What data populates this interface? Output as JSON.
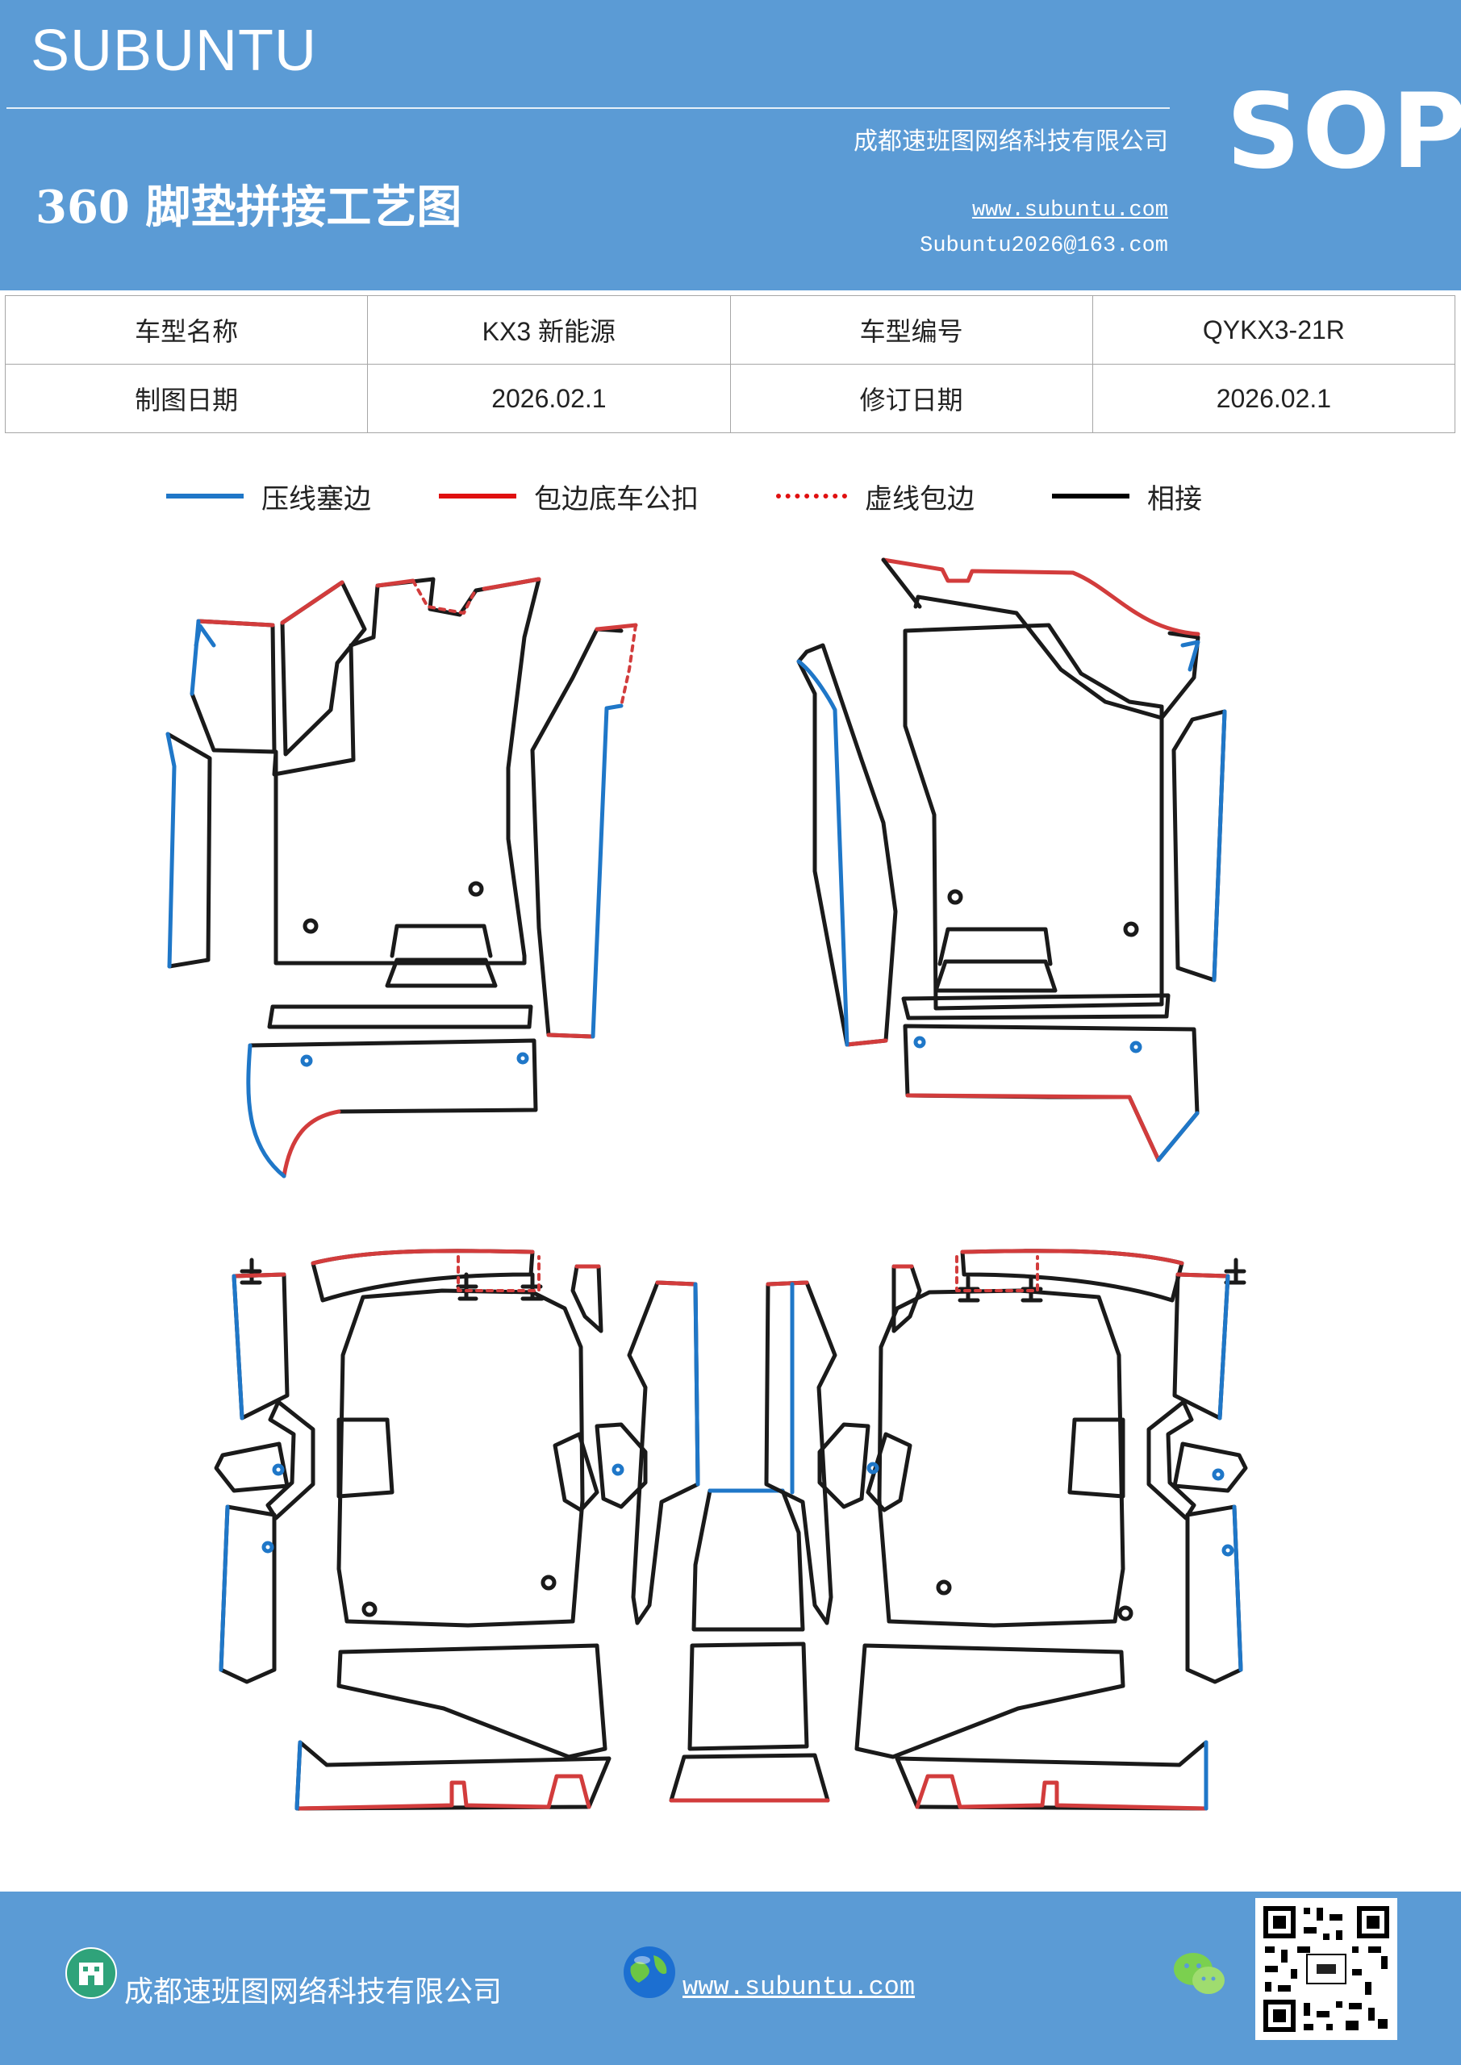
{
  "header": {
    "brand": "SUBUNTU",
    "title": "360 脚垫拼接工艺图",
    "company": "成都速班图网络科技有限公司",
    "website": "www.subuntu.com",
    "email": "Subuntu2026@163.com",
    "badge": "SOP"
  },
  "info_table": {
    "rows": [
      [
        "车型名称",
        "KX3 新能源",
        "车型编号",
        "QYKX3-21R"
      ],
      [
        "制图日期",
        "2026.02.1",
        "修订日期",
        "2026.02.1"
      ]
    ]
  },
  "legend": [
    {
      "label": "压线塞边",
      "color": "#1f77c8",
      "style": "solid"
    },
    {
      "label": "包边底车公扣",
      "color": "#e01010",
      "style": "solid"
    },
    {
      "label": "虚线包边",
      "color": "#e01010",
      "style": "dashed"
    },
    {
      "label": "相接",
      "color": "#000000",
      "style": "solid"
    }
  ],
  "footer": {
    "company": "成都速班图网络科技有限公司",
    "website": "www.subuntu.com "
  },
  "icons": {
    "company": "building-icon",
    "web": "globe-icon",
    "wechat": "wechat-icon",
    "qr": "qr-code-icon"
  },
  "colors": {
    "brand_blue": "#5b9bd5",
    "press_line_blue": "#1f77c8",
    "binding_red": "#d23c3c",
    "join_black": "#1a1a1a"
  }
}
